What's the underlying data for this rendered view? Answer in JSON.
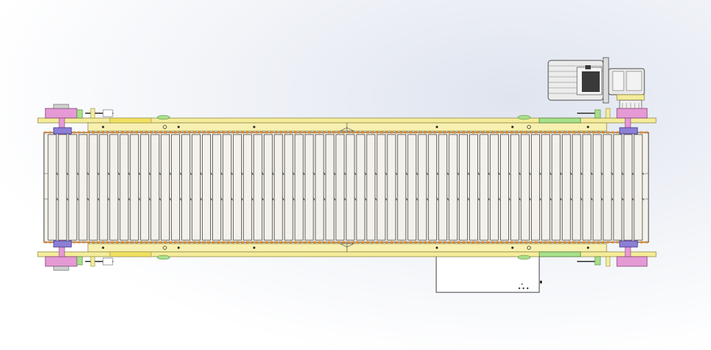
{
  "viewport": {
    "background_center": "#dfe4ef",
    "background_edge": "#ffffff"
  },
  "colors": {
    "frame_rail": "#f4ec9a",
    "frame_rail_edge": "#8a8440",
    "green_bracket": "#a8e08a",
    "pink_bearing": "#e59ad6",
    "purple_sprocket": "#8c7fd6",
    "orange_chain": "#e08a2a",
    "slat_fill": "#f3f1ea",
    "slat_line": "#3a3a3a",
    "motor_body": "#e8e8e8",
    "motor_box": "#3a3a3a",
    "gearbox": "#e6e6e6",
    "control_box": "#ffffff"
  },
  "parts": {
    "motor": "drive-motor",
    "gearbox": "gear-reducer",
    "control_box": "control-box",
    "belt": "slat-belt",
    "rail_top": "top-side-frame",
    "rail_bottom": "bottom-side-frame"
  },
  "belt": {
    "slat_count": 58
  }
}
